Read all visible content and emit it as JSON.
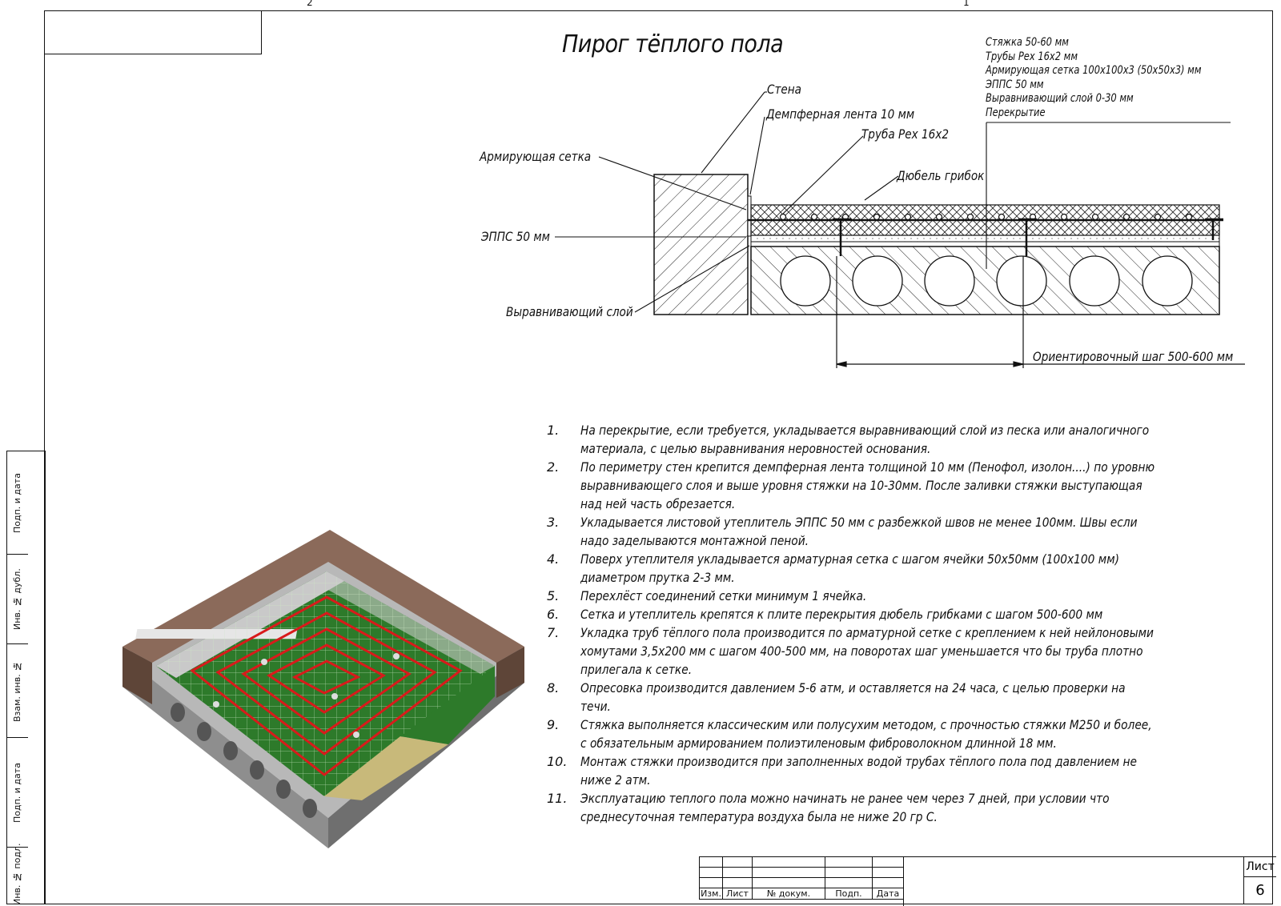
{
  "title": "Пирог тёплого пола",
  "top_ticks": [
    "2",
    "1"
  ],
  "layers": [
    "Стяжка 50-60 мм",
    "Трубы Pex 16х2 мм",
    "Армирующая сетка 100х100х3 (50х50х3) мм",
    "ЭППС 50 мм",
    "Выравнивающий слой 0-30 мм",
    "Перекрытие"
  ],
  "callouts": {
    "wall": "Стена",
    "damper": "Демпферная лента 10 мм",
    "pipe": "Труба Pex 16х2",
    "dowel": "Дюбель грибок",
    "mesh": "Армирующая сетка",
    "epps": "ЭППС 50 мм",
    "leveling": "Выравнивающий слой",
    "step": "Ориентировочный шаг 500-600 мм"
  },
  "notes": [
    {
      "num": "1.",
      "text": "На перекрытие, если требуется, укладывается выравнивающий слой из песка или аналогичного материала, с целью выравнивания неровностей основания."
    },
    {
      "num": "2.",
      "text": "По периметру стен крепится демпферная лента толщиной 10 мм (Пенофол, изолон....) по уровню выравнивающего слоя и выше уровня стяжки на 10-30мм. После заливки стяжки выступающая над ней часть обрезается."
    },
    {
      "num": "3.",
      "text": "Укладывается листовой утеплитель ЭППС 50 мм с разбежкой швов не менее 100мм. Швы если надо заделываются монтажной пеной."
    },
    {
      "num": "4.",
      "text": "Поверх утеплителя укладывается арматурная сетка с шагом ячейки 50х50мм (100х100 мм) диаметром прутка 2-3 мм."
    },
    {
      "num": "5.",
      "text": "Перехлёст соединений сетки минимум 1 ячейка."
    },
    {
      "num": "6.",
      "text": "Сетка и утеплитель крепятся к плите перекрытия дюбель грибками с шагом 500-600 мм"
    },
    {
      "num": "7.",
      "text": "Укладка труб тёплого пола производится по арматурной сетке с креплением к ней нейлоновыми хомутами 3,5х200 мм с шагом 400-500 мм, на поворотах шаг уменьшается что бы труба плотно прилегала к сетке."
    },
    {
      "num": "8.",
      "text": "Опресовка производится давлением 5-6 атм, и оставляется на 24 часа, с целью проверки на течи."
    },
    {
      "num": "9.",
      "text": "Стяжка выполняется классическим или полусухим методом, с прочностью стяжки М250 и более, с обязательным армированием полиэтиленовым фиброволокном длинной 18 мм."
    },
    {
      "num": "10.",
      "text": "Монтаж стяжки производится при заполненных водой трубах тёплого пола под давлением не ниже 2 атм."
    },
    {
      "num": "11.",
      "text": "Эксплуатацию теплого пола можно начинать не ранее чем через 7 дней, при условии что  среднесуточная температура воздуха была не ниже 20 гр С."
    }
  ],
  "side_labels": [
    "Подп. и дата",
    "Инв. № дубл.",
    "Взам. инв. №",
    "Подп. и дата",
    "Инв. № подл."
  ],
  "stamp": {
    "headers": [
      "Изм.",
      "Лист",
      "№ докум.",
      "Подп.",
      "Дата"
    ],
    "sheet_label": "Лист",
    "sheet_number": "6"
  }
}
